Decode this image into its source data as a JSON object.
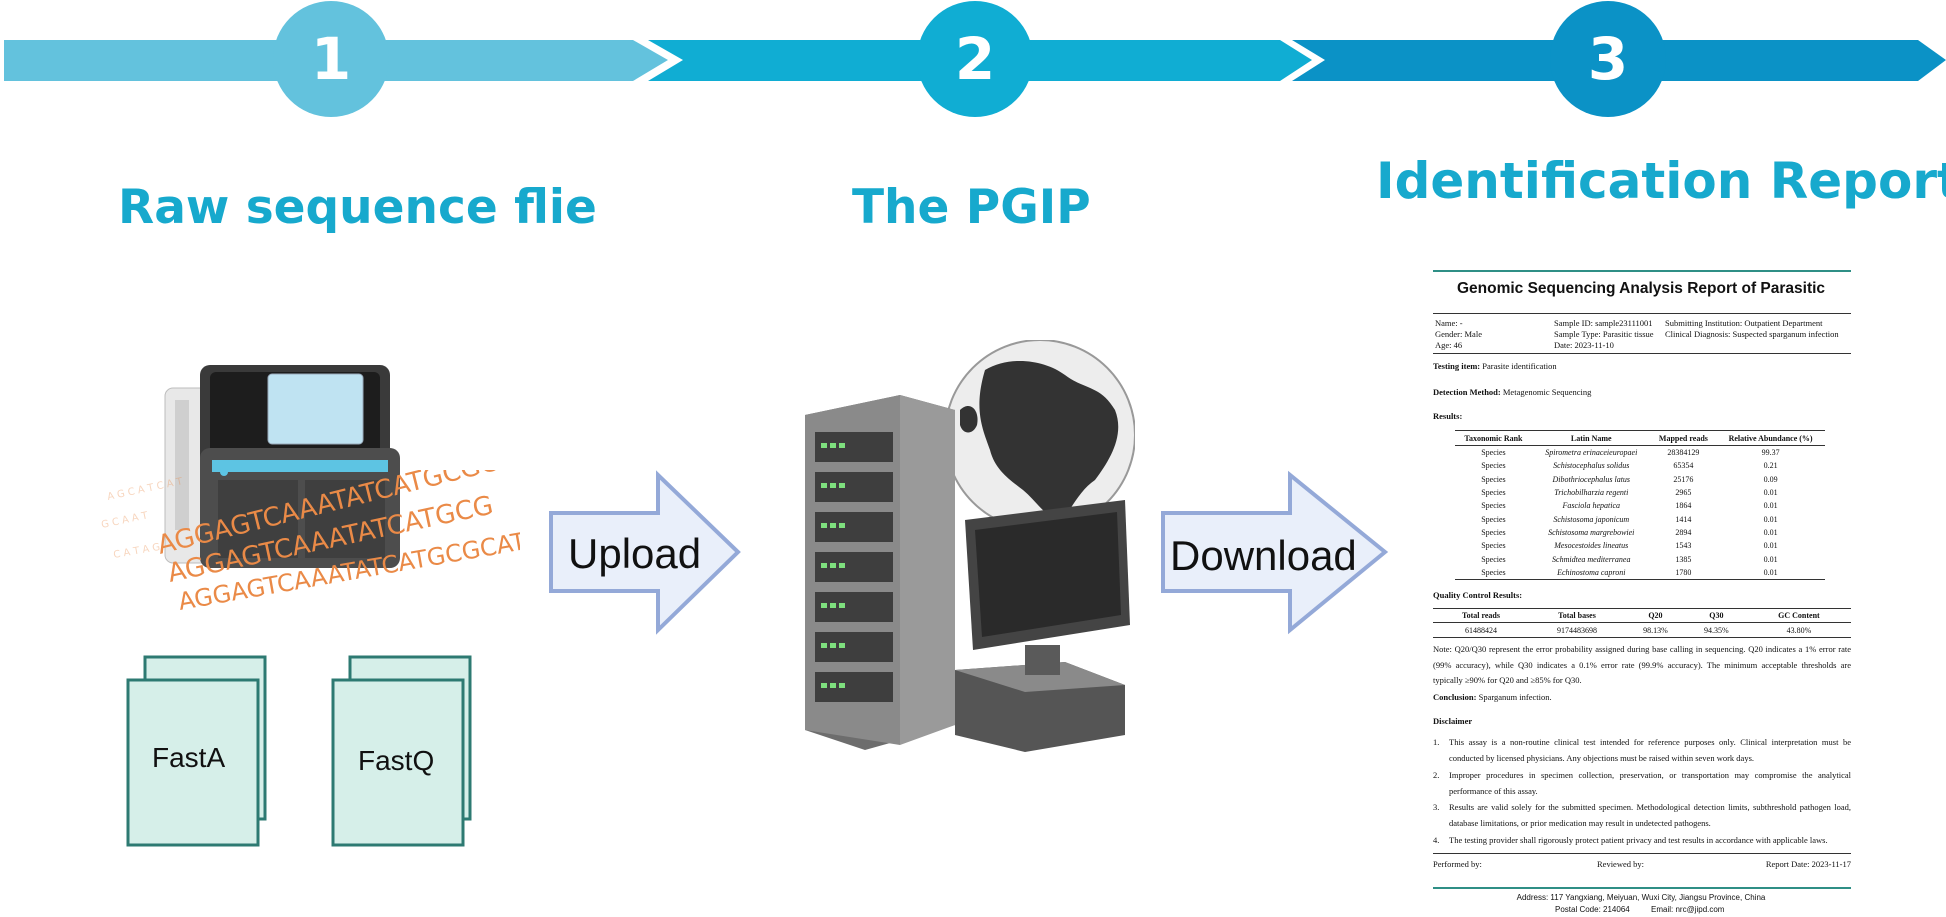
{
  "steps": [
    {
      "number": "1",
      "title": "Raw sequence flie"
    },
    {
      "number": "2",
      "title": "The PGIP"
    },
    {
      "number": "3",
      "title": "Identification Report"
    }
  ],
  "colors": {
    "band1": "#63c2dd",
    "band2": "#10add3",
    "band3": "#0b92c6",
    "title": "#17a9cd",
    "arrow_fill": "#e9effa",
    "arrow_stroke": "#94a9d8",
    "file_fill": "#d6efe9",
    "file_stroke": "#2d7a72",
    "dna": "#ea8a47"
  },
  "arrows": {
    "upload": "Upload",
    "download": "Download"
  },
  "files": {
    "fasta": "FastA",
    "fastq": "FastQ"
  },
  "dna_text": {
    "line1": "AGGAGTCAAATATCATGCGCAT",
    "line2": "AGGAGTCAAATATCATGCG",
    "line3": "AGGAGTCAAATATCATGCGCAT"
  },
  "report": {
    "title": "Genomic Sequencing Analysis Report of Parasitic",
    "patient": {
      "name": "Name:  -",
      "gender": "Gender: Male",
      "age": "Age: 46",
      "sample_id": "Sample ID:  sample23111001",
      "sample_type": "Sample Type: Parasitic tissue",
      "date": "Date:   2023-11-10",
      "institution": "Submitting Institution: Outpatient Department",
      "diagnosis": "Clinical Diagnosis: Suspected sparganum infection"
    },
    "testing_item_label": "Testing item:",
    "testing_item": "Parasite identification",
    "method_label": "Detection Method:",
    "method": "Metagenomic Sequencing",
    "results_label": "Results:",
    "results_headers": [
      "Taxonomic Rank",
      "Latin Name",
      "Mapped reads",
      "Relative Abundance (%)"
    ],
    "results_rows": [
      [
        "Species",
        "Spirometra erinaceieuropaei",
        "28384129",
        "99.37"
      ],
      [
        "Species",
        "Schistocephalus solidus",
        "65354",
        "0.21"
      ],
      [
        "Species",
        "Dibothriocephalus latus",
        "25176",
        "0.09"
      ],
      [
        "Species",
        "Trichobilharzia regenti",
        "2965",
        "0.01"
      ],
      [
        "Species",
        "Fasciola hepatica",
        "1864",
        "0.01"
      ],
      [
        "Species",
        "Schistosoma japonicum",
        "1414",
        "0.01"
      ],
      [
        "Species",
        "Schistosoma margrebowiei",
        "2894",
        "0.01"
      ],
      [
        "Species",
        "Mesocestoides lineatus",
        "1543",
        "0.01"
      ],
      [
        "Species",
        "Schmidtea mediterranea",
        "1385",
        "0.01"
      ],
      [
        "Species",
        "Echinostoma caproni",
        "1780",
        "0.01"
      ]
    ],
    "qc_label": "Quality Control Results:",
    "qc_headers": [
      "Total reads",
      "Total bases",
      "Q20",
      "Q30",
      "GC Content"
    ],
    "qc_row": [
      "61488424",
      "9174483698",
      "98.13%",
      "94.35%",
      "43.80%"
    ],
    "note": "Note: Q20/Q30 represent the error probability assigned during base calling in sequencing. Q20 indicates a 1% error rate (99% accuracy), while Q30 indicates a 0.1% error rate (99.9% accuracy). The minimum acceptable thresholds are typically ≥90% for Q20 and ≥85% for Q30.",
    "conclusion_label": "Conclusion:",
    "conclusion": "Sparganum infection.",
    "disclaimer_label": "Disclaimer",
    "disclaimer_items": [
      "This assay is a non-routine clinical test intended for reference purposes only. Clinical interpretation must be conducted by licensed physicians. Any objections must be raised within seven work days.",
      "Improper procedures in specimen collection, preservation, or transportation may compromise the analytical performance of this assay.",
      "Results are valid solely for the submitted specimen. Methodological detection limits, subthreshold pathogen load, database limitations, or prior medication may result in undetected pathogens.",
      "The testing provider shall rigorously protect patient privacy and test results in accordance with applicable laws."
    ],
    "performed_by": "Performed by:",
    "reviewed_by": "Reviewed by:",
    "report_date": "Report Date: 2023-11-17",
    "address": "Address: 117 Yangxiang, Meiyuan, Wuxi City, Jiangsu Province, China",
    "postal_code": "Postal Code: 214064",
    "email": "Email: nrc@jipd.com"
  }
}
